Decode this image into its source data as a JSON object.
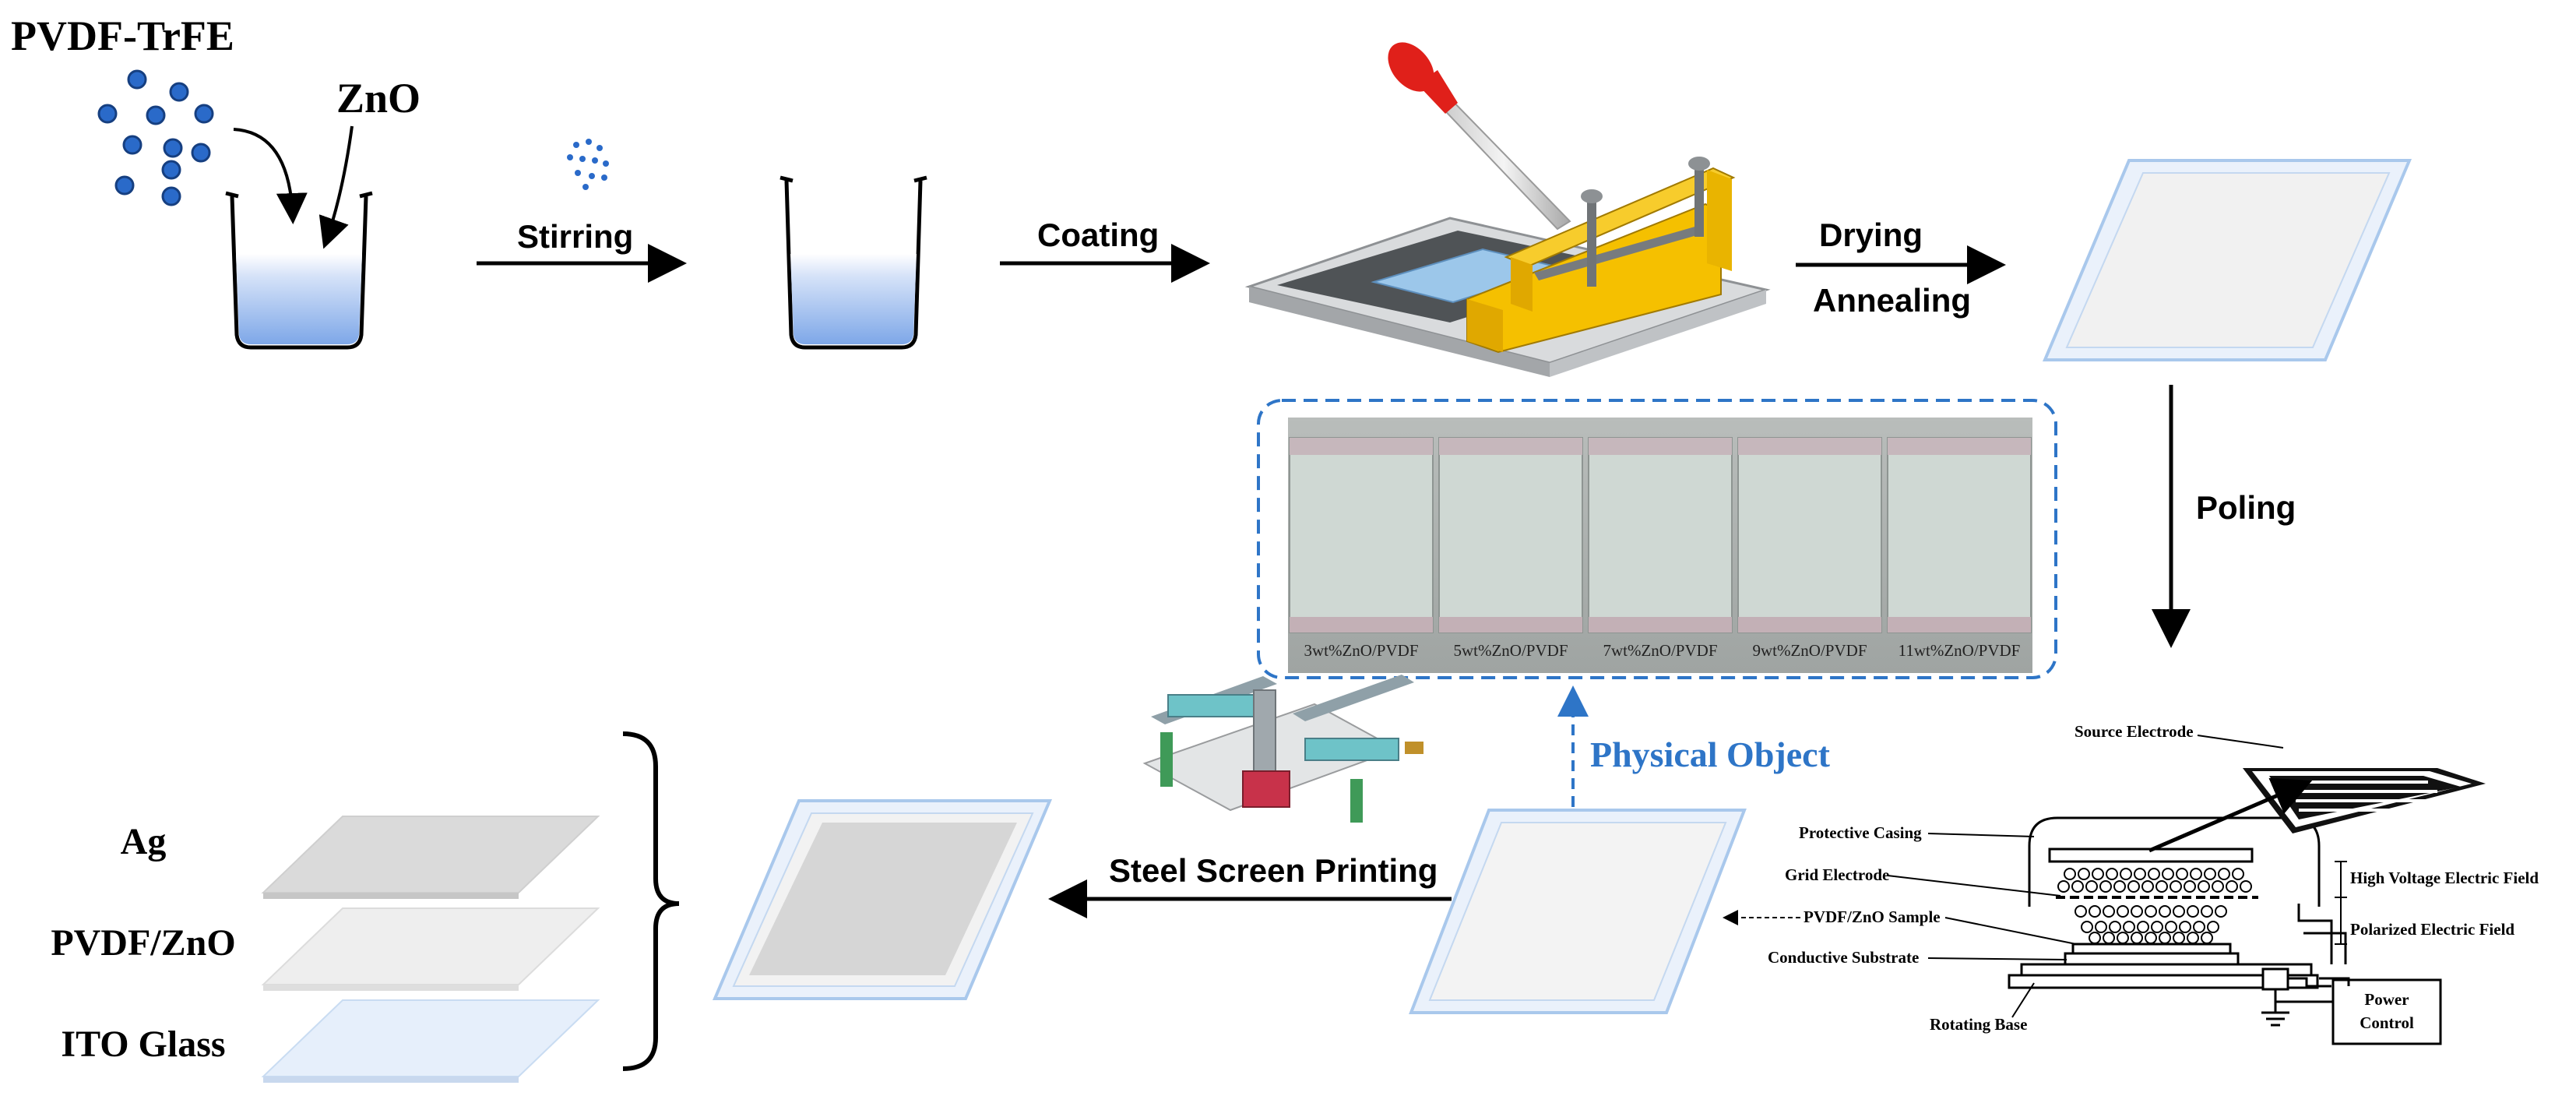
{
  "labels": {
    "pvdf_trfe": "PVDF-TrFE",
    "zno": "ZnO",
    "stirring": "Stirring",
    "coating": "Coating",
    "drying": "Drying",
    "annealing": "Annealing",
    "poling": "Poling",
    "physical_object": "Physical Object",
    "steel_screen_printing": "Steel Screen Printing",
    "layer_ag": "Ag",
    "layer_pvdf_zno": "PVDF/ZnO",
    "layer_ito": "ITO Glass"
  },
  "samples": [
    {
      "label": "3wt%ZnO/PVDF"
    },
    {
      "label": "5wt%ZnO/PVDF"
    },
    {
      "label": "7wt%ZnO/PVDF"
    },
    {
      "label": "9wt%ZnO/PVDF"
    },
    {
      "label": "11wt%ZnO/PVDF"
    }
  ],
  "poling_apparatus": {
    "source_electrode": "Source Electrode",
    "protective_casing": "Protective Casing",
    "grid_electrode": "Grid Electrode",
    "sample": "PVDF/ZnO Sample",
    "conductive_substrate": "Conductive Substrate",
    "rotating_base": "Rotating Base",
    "high_voltage_field": "High Voltage Electric Field",
    "polarized_field": "Polarized Electric Field",
    "power_control_line1": "Power",
    "power_control_line2": "Control"
  },
  "colors": {
    "accent_blue": "#2e75c7",
    "solution_blue": "#7ea7e8",
    "coater_yellow": "#f5c000",
    "dropper_red": "#e0201a",
    "film_border": "#a9c8ec"
  }
}
